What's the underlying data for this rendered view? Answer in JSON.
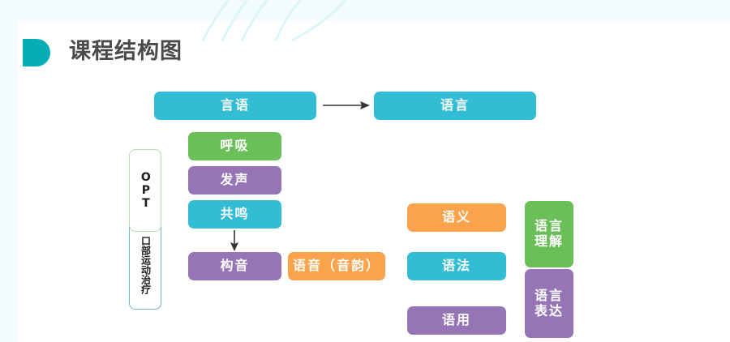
{
  "header": {
    "title": "课程结构图",
    "brand_color": "#05aeb4",
    "title_color": "#4a4a4a"
  },
  "background": {
    "band_color": "#f2fbfd",
    "page_color": "#ffffff"
  },
  "palette": {
    "cyan": "#33bdd4",
    "green": "#6bbf59",
    "purple": "#9575b5",
    "orange": "#fba34c",
    "outline_green": "#b9dcb4",
    "outline_teal": "#6ab9c4",
    "arrow": "#333333"
  },
  "diagram": {
    "top_row": {
      "speech": {
        "label": "言语",
        "color": "cyan"
      },
      "language": {
        "label": "语言",
        "color": "cyan"
      }
    },
    "speech_components": [
      {
        "label": "呼吸",
        "color": "green"
      },
      {
        "label": "发声",
        "color": "purple"
      },
      {
        "label": "共鸣",
        "color": "cyan"
      },
      {
        "label": "构音",
        "color": "purple"
      }
    ],
    "phonology": {
      "label": "语音（音韵）",
      "color": "orange"
    },
    "language_components": [
      {
        "label": "语义",
        "color": "orange"
      },
      {
        "label": "语法",
        "color": "cyan"
      },
      {
        "label": "语用",
        "color": "purple"
      }
    ],
    "language_modalities": [
      {
        "label": "语言理解",
        "color": "green"
      },
      {
        "label": "语言表达",
        "color": "purple"
      }
    ],
    "side_labels": {
      "opt": "OPT",
      "oral_motor_therapy": "口部运动治疗"
    },
    "connectors": [
      {
        "name": "speech-to-language",
        "direction": "right"
      },
      {
        "name": "resonance-to-articulation",
        "direction": "down"
      }
    ]
  }
}
